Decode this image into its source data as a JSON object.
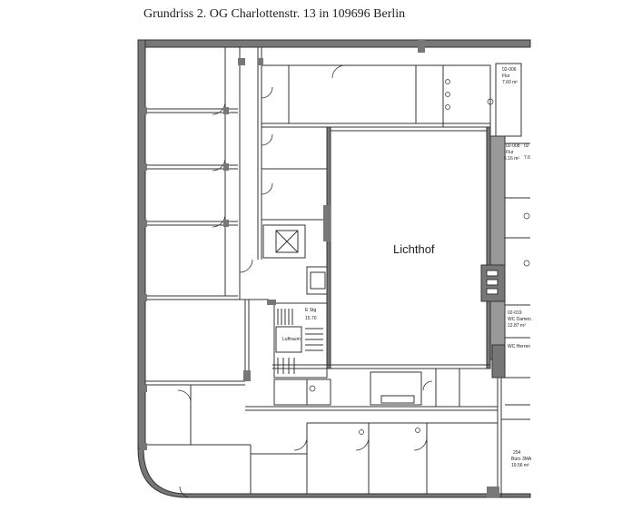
{
  "title": "Grundriss 2. OG Charlottenstr. 13 in 109696 Berlin",
  "rooms": {
    "courtyard": "Lichthof",
    "airspace": "Luftraum",
    "stair": "E Stg",
    "stair_area": "15.70",
    "r02_006": "02-006",
    "r02_006_name": "Flur",
    "r02_006_area": "7.60 m²",
    "r02_008": "02-008",
    "r02_008_name": "Flur",
    "r02_008_area": "6.16 m²",
    "r02_side": "02",
    "r02_side_val": "7.6",
    "r02_019": "02-019",
    "r02_019_name": "WC Damen",
    "r02_019_area": "12.87 m²",
    "r_wc_h": "WC Herren",
    "r204": "204",
    "r204_name": "Büro 3MA",
    "r204_area": "19.56 m²"
  },
  "colors": {
    "wall": "#777777",
    "line": "#333333",
    "bg": "#ffffff"
  }
}
